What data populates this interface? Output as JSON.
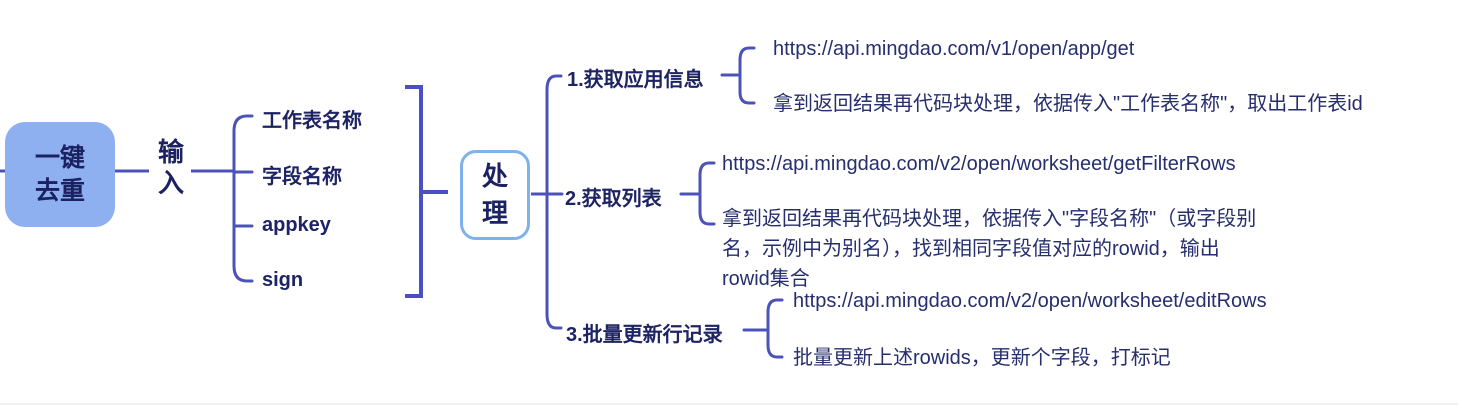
{
  "diagram": {
    "type": "mindmap",
    "topic": "一键去重 workflow",
    "root": {
      "line1": "一键",
      "line2": "去重"
    },
    "input": {
      "line1": "输",
      "line2": "入",
      "children": [
        "工作表名称",
        "字段名称",
        "appkey",
        "sign"
      ]
    },
    "process": {
      "line1": "处",
      "line2": "理"
    },
    "steps": [
      {
        "title": "1.获取应用信息",
        "url": "https://api.mingdao.com/v1/open/app/get",
        "note": "拿到返回结果再代码块处理，依据传入\"工作表名称\"，取出工作表id"
      },
      {
        "title": "2.获取列表",
        "url": "https://api.mingdao.com/v2/open/worksheet/getFilterRows",
        "note": "拿到返回结果再代码块处理，依据传入\"字段名称\"（或字段别名，示例中为别名），找到相同字段值对应的rowid，输出rowid集合"
      },
      {
        "title": "3.批量更新行记录",
        "url": "https://api.mingdao.com/v2/open/worksheet/editRows",
        "note": "批量更新上述rowids，更新个字段，打标记"
      }
    ],
    "colors": {
      "line": "#4b53b9",
      "bracket": "#4a4fc4",
      "text": "#1d2363",
      "root_fill": "#8fb0f0",
      "process_border": "#7fb2ea",
      "background": "#ffffff"
    }
  }
}
